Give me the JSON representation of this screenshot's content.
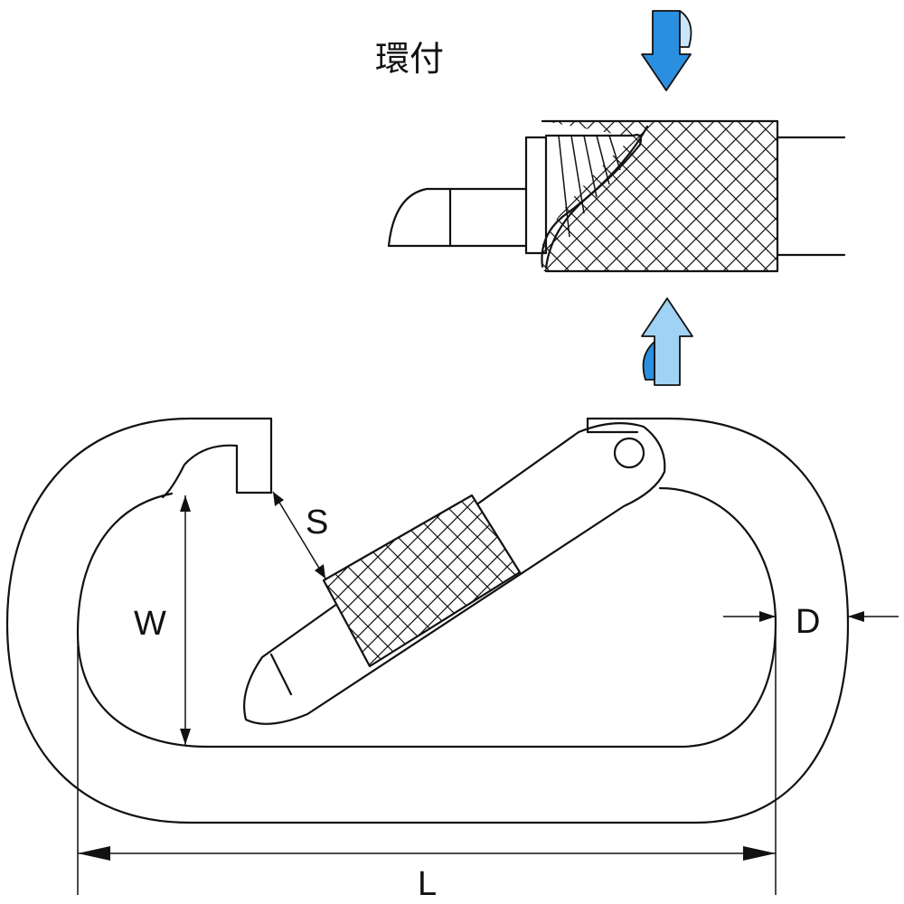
{
  "title": "環付",
  "labels": {
    "s": "S",
    "w": "W",
    "d": "D",
    "l": "L"
  },
  "colors": {
    "arrow_down": "#2b8fe0",
    "arrow_up": "#9fd2f5",
    "arrow_curl_down": "#c9e6fa",
    "arrow_curl_up": "#2b8fe0",
    "line": "#111111"
  },
  "icons": {
    "arrow_down": "rotate-down-arrow-icon",
    "arrow_up": "rotate-up-arrow-icon"
  }
}
